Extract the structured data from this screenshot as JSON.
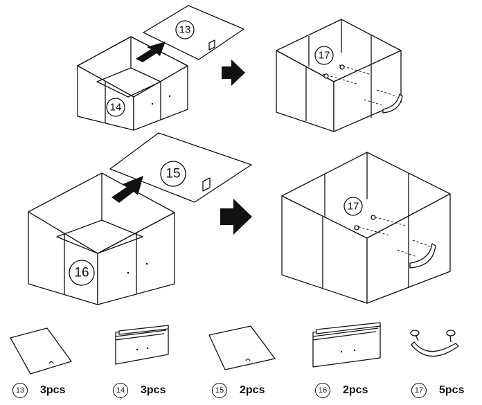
{
  "parts": [
    {
      "id": "13",
      "qty": "3pcs"
    },
    {
      "id": "14",
      "qty": "3pcs"
    },
    {
      "id": "15",
      "qty": "2pcs"
    },
    {
      "id": "16",
      "qty": "2pcs"
    },
    {
      "id": "17",
      "qty": "5pcs"
    }
  ],
  "callouts": {
    "small_panel": "13",
    "small_box": "14",
    "small_handle": "17",
    "large_panel": "15",
    "large_box": "16",
    "large_handle": "17"
  }
}
